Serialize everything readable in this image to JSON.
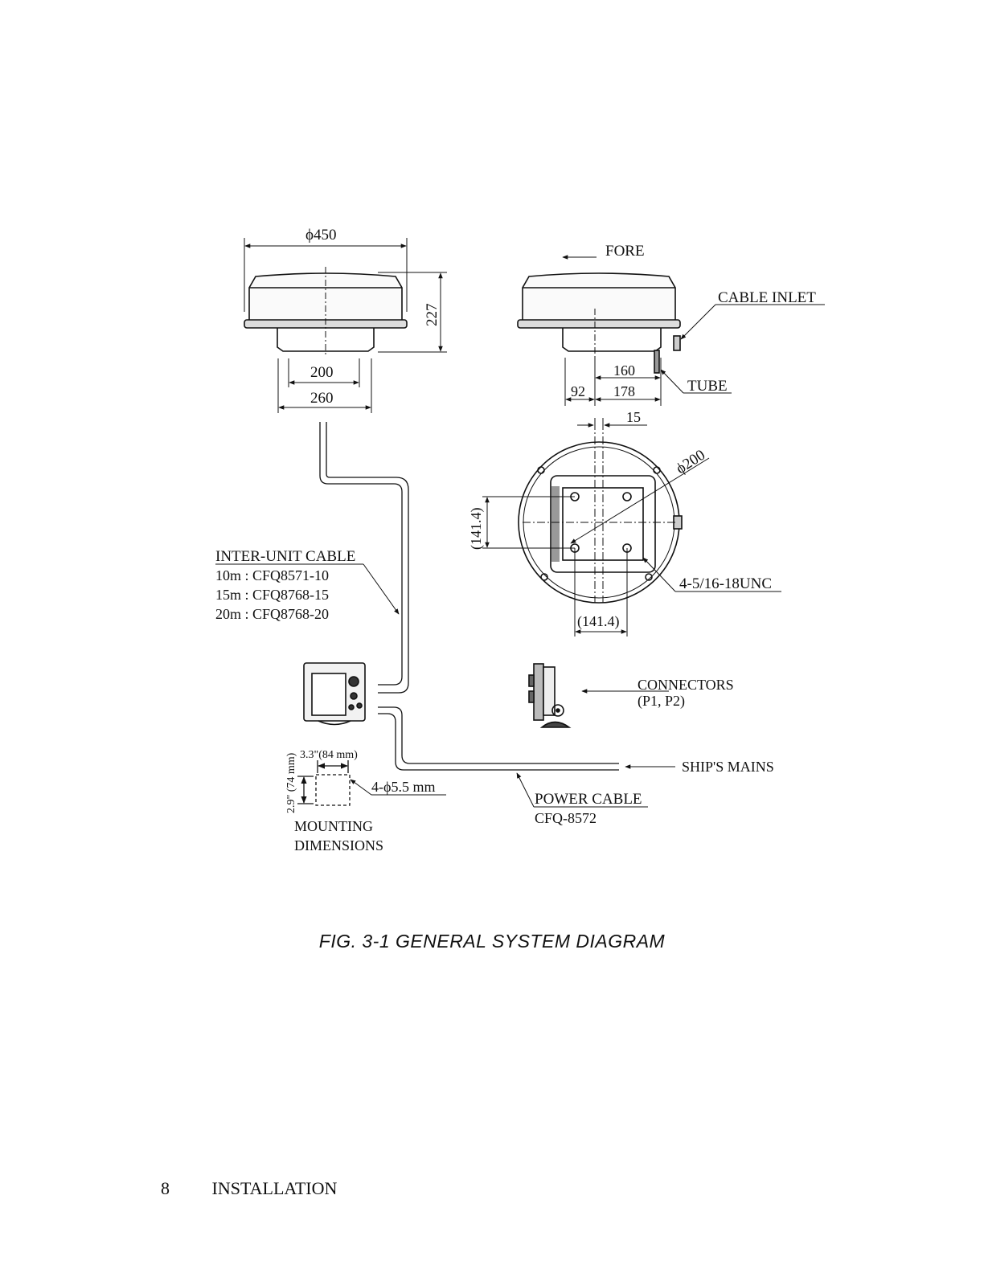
{
  "diagram": {
    "antenna_side": {
      "diameter": "ϕ450",
      "height": "227",
      "base_inner": "200",
      "base_outer": "260"
    },
    "antenna_rear": {
      "fore": "FORE",
      "cable_inlet": "CABLE INLET",
      "tube": "TUBE",
      "dim_160": "160",
      "dim_92": "92",
      "dim_178": "178"
    },
    "antenna_bottom": {
      "dim_15": "15",
      "bolt_circle": "ϕ200",
      "pitch_vertical": "(141.4)",
      "pitch_horizontal": "(141.4)",
      "bolts": "4-5/16-18UNC"
    },
    "inter_unit_cable": {
      "title": "INTER-UNIT CABLE",
      "lines": [
        "10m : CFQ8571-10",
        "15m : CFQ8768-15",
        "20m : CFQ8768-20"
      ]
    },
    "connectors": {
      "line1": "CONNECTORS",
      "line2": "(P1,  P2)"
    },
    "mains": "SHIP'S MAINS",
    "power_cable": {
      "title": "POWER CABLE",
      "code": "CFQ-8572"
    },
    "mounting": {
      "width": "3.3\"(84 mm)",
      "height": "2.9\" (74 mm)",
      "holes": "4-ϕ5.5 mm",
      "line1": "MOUNTING",
      "line2": "DIMENSIONS"
    }
  },
  "caption": "FIG. 3-1  GENERAL SYSTEM DIAGRAM",
  "footer": {
    "page_number": "8",
    "section": "INSTALLATION"
  }
}
